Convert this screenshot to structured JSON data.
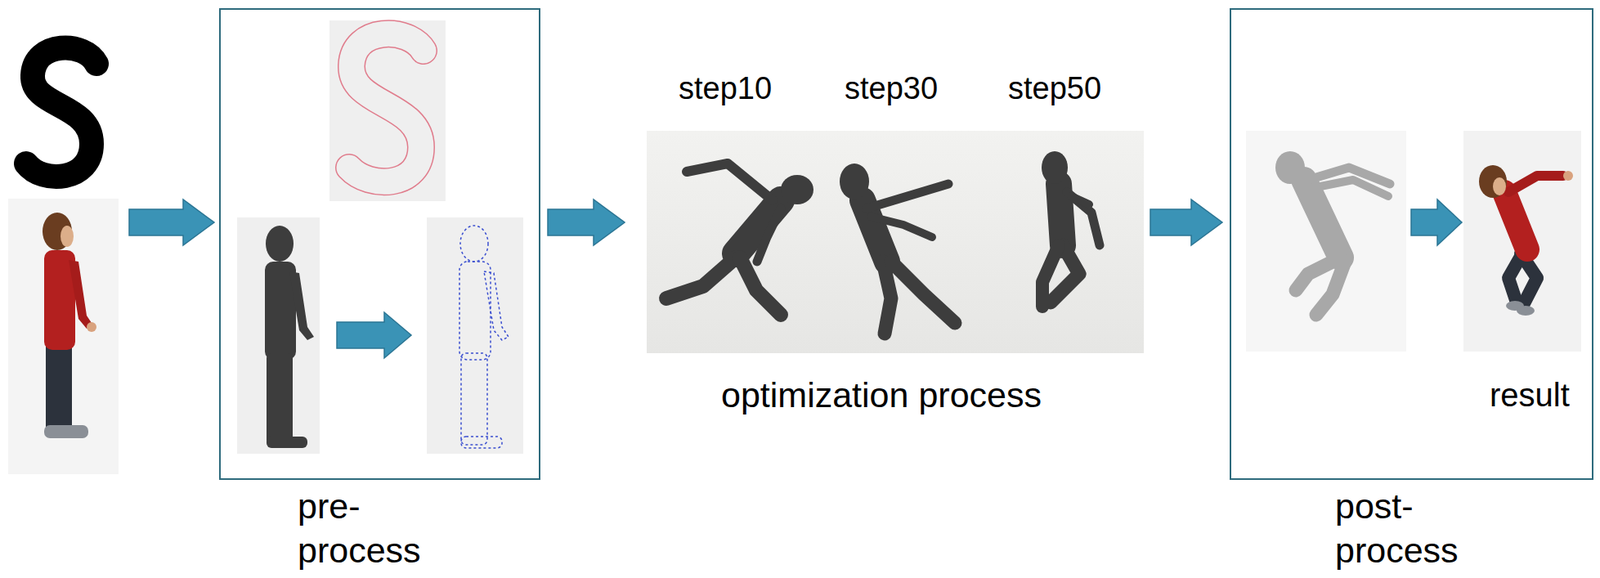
{
  "diagram": {
    "nodes": [
      {
        "text": [
          "pre- process"
        ]
      },
      {
        "text": [
          "step10",
          "step30",
          "step50",
          "optimization process"
        ]
      },
      {
        "text": [
          "post- process",
          "result"
        ]
      }
    ],
    "edges": [
      {
        "from": 0,
        "to": 1,
        "arrow": "to"
      },
      {
        "from": 1,
        "to": 2,
        "arrow": "to"
      }
    ]
  }
}
